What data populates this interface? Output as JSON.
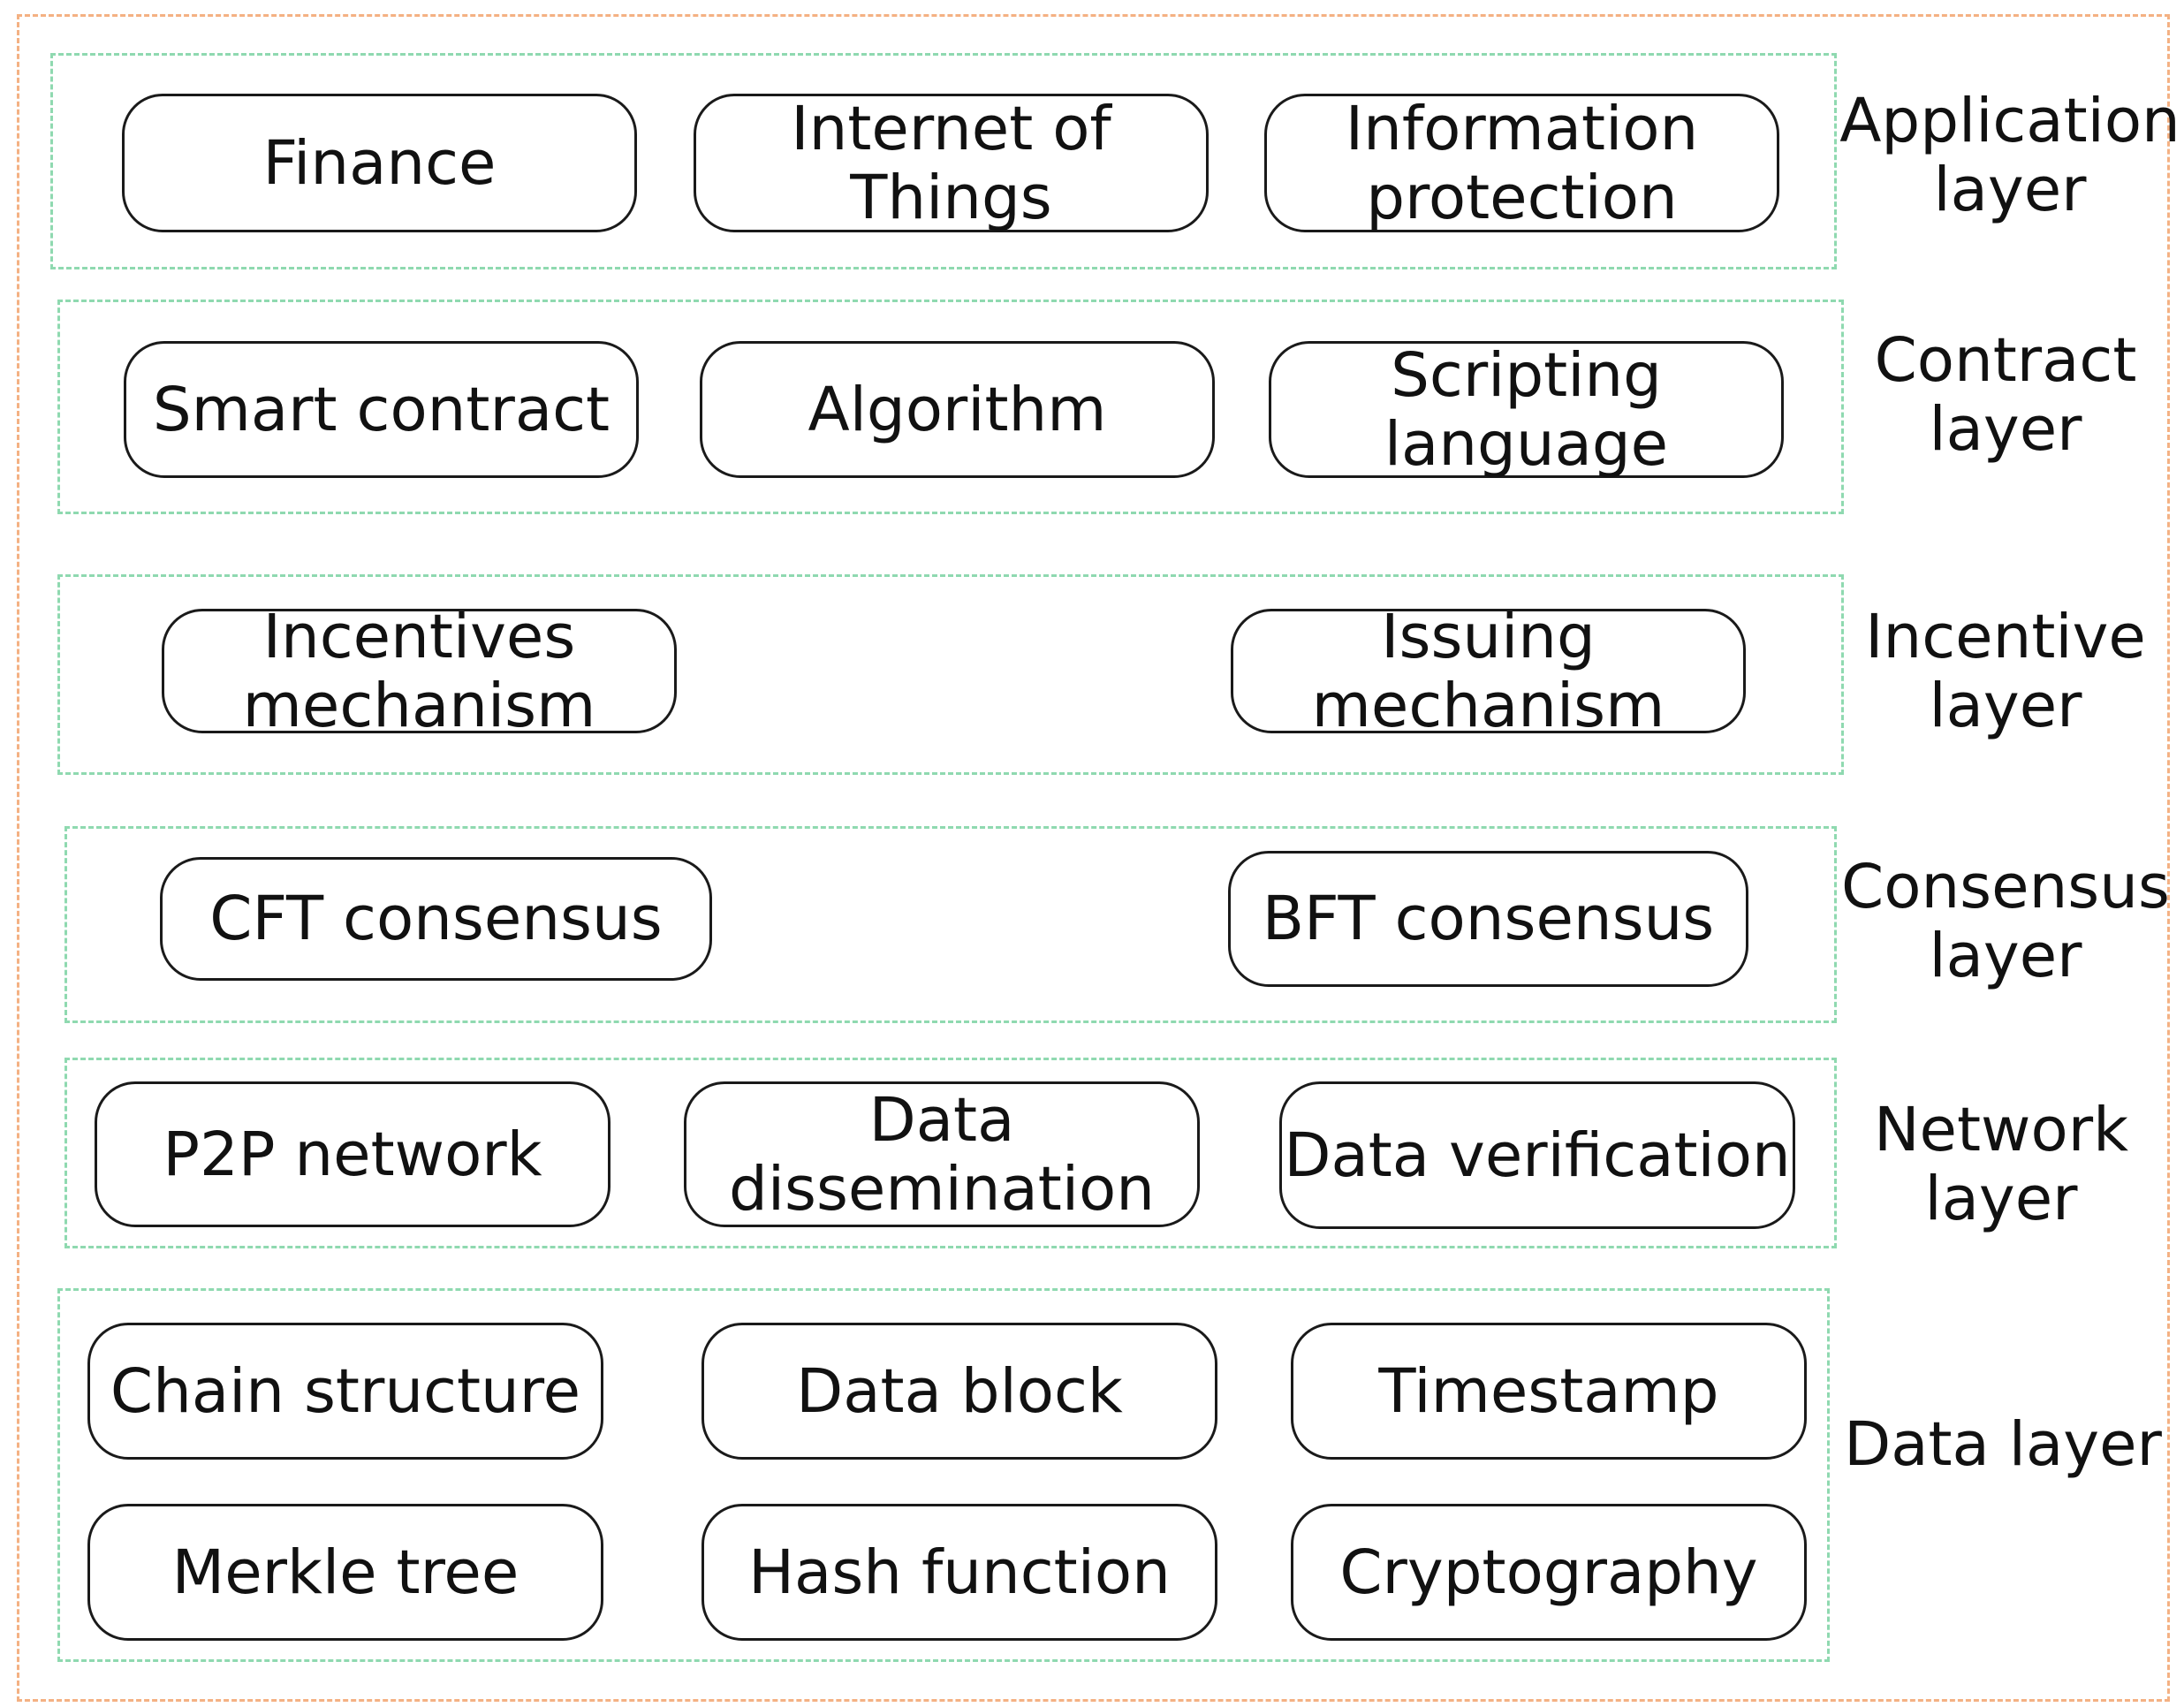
{
  "layers": [
    {
      "label": [
        "Application",
        "layer"
      ],
      "boxes": [
        [
          "Finance"
        ],
        [
          "Internet of",
          "Things"
        ],
        [
          "Information",
          "protection"
        ]
      ]
    },
    {
      "label": [
        "Contract",
        "layer"
      ],
      "boxes": [
        [
          "Smart contract"
        ],
        [
          "Algorithm"
        ],
        [
          "Scripting",
          "language"
        ]
      ]
    },
    {
      "label": [
        "Incentive",
        "layer"
      ],
      "boxes": [
        [
          "Incentives",
          "mechanism"
        ],
        [
          "Issuing",
          "mechanism"
        ]
      ]
    },
    {
      "label": [
        "Consensus",
        "layer"
      ],
      "boxes": [
        [
          "CFT consensus"
        ],
        [
          "BFT consensus"
        ]
      ]
    },
    {
      "label": [
        "Network",
        "layer"
      ],
      "boxes": [
        [
          "P2P network"
        ],
        [
          "Data",
          "dissemination"
        ],
        [
          "Data verification"
        ]
      ]
    },
    {
      "label": [
        "Data layer"
      ],
      "boxes": [
        [
          "Chain structure"
        ],
        [
          "Data block"
        ],
        [
          "Timestamp"
        ],
        [
          "Merkle tree"
        ],
        [
          "Hash function"
        ],
        [
          "Cryptography"
        ]
      ]
    }
  ],
  "colors": {
    "outer_border": "#f4b183",
    "layer_border": "#8fd9b0",
    "box_border": "#1a1a1a"
  }
}
